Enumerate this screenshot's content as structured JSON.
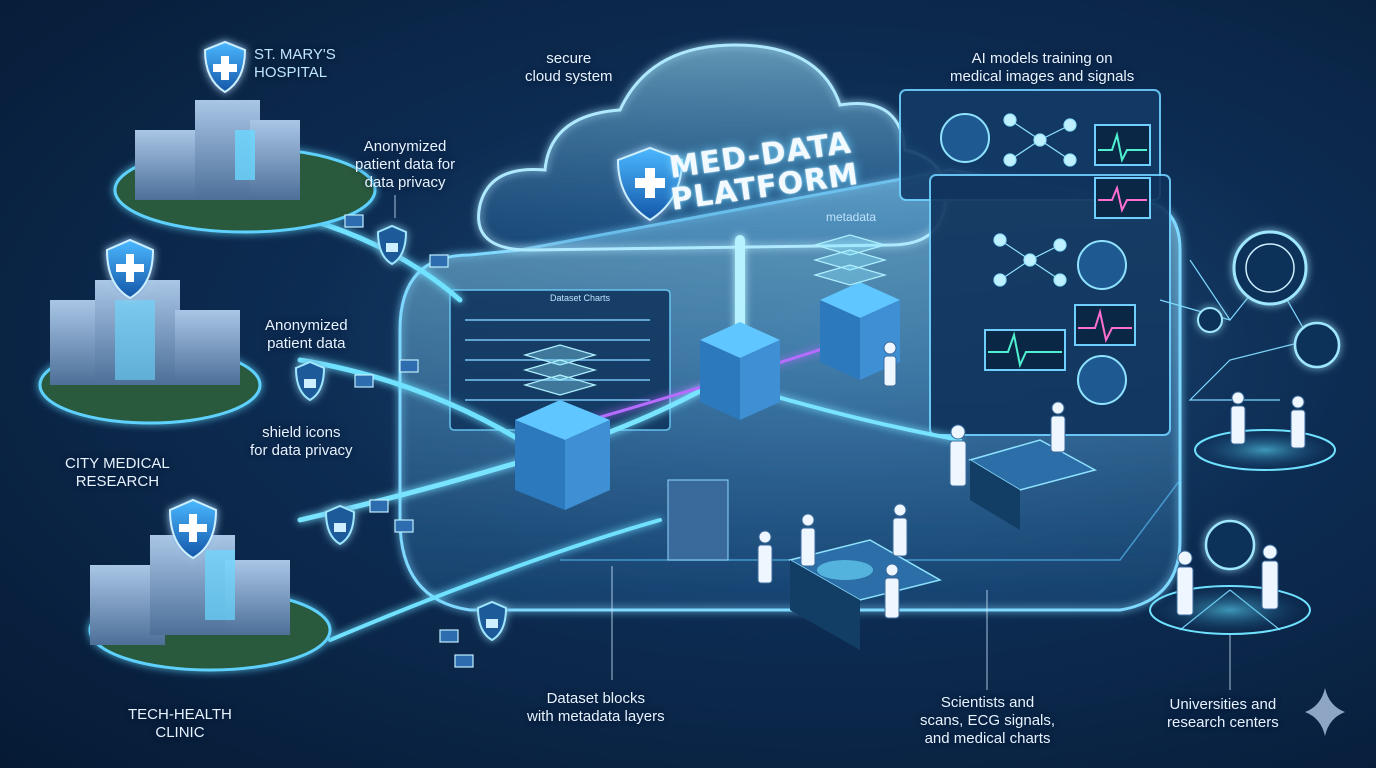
{
  "platform": {
    "title_line1": "MED-DATA",
    "title_line2": "PLATFORM"
  },
  "labels": {
    "cloud": [
      "secure",
      "cloud system"
    ],
    "ai_models": [
      "AI models training on",
      "medical images and signals"
    ],
    "hospital": [
      "ST. MARY'S",
      "HOSPITAL"
    ],
    "anon_privacy": [
      "Anonymized",
      "patient data for",
      "data privacy"
    ],
    "anon": [
      "Anonymized",
      "patient data"
    ],
    "shield": [
      "shield icons",
      "for data privacy"
    ],
    "city": [
      "CITY MEDICAL",
      "RESEARCH"
    ],
    "tech": [
      "TECH-HEALTH",
      "CLINIC"
    ],
    "dataset": [
      "Dataset blocks",
      "with metadata layers"
    ],
    "scientists": [
      "Scientists and",
      "scans, ECG signals,",
      "and medical charts"
    ],
    "universities": [
      "Universities and",
      "research centers"
    ],
    "metadata": "metadata",
    "screen_header": "Dataset Charts"
  },
  "icons": [
    "shield-cross-icon",
    "lock-shield-icon",
    "envelope-icon",
    "brain-scan-icon",
    "neural-network-icon",
    "ecg-signal-icon",
    "university-seal-icon",
    "sparkle-icon"
  ],
  "colors": {
    "background": "#0b2a4f",
    "glow": "#56d4ff",
    "accent": "#b56cff",
    "text": "#e7f3ff"
  }
}
